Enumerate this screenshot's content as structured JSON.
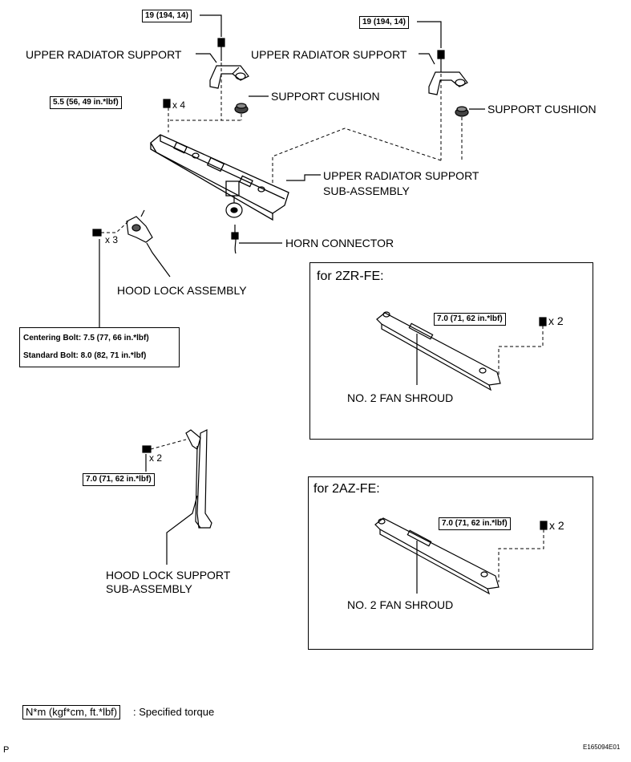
{
  "labels": {
    "upper_support_left": "UPPER RADIATOR SUPPORT",
    "upper_support_right": "UPPER RADIATOR SUPPORT",
    "cushion_left": "SUPPORT CUSHION",
    "cushion_right": "SUPPORT CUSHION",
    "sub_assembly_line1": "UPPER RADIATOR SUPPORT",
    "sub_assembly_line2": "SUB-ASSEMBLY",
    "horn_connector": "HORN CONNECTOR",
    "hood_lock_assembly": "HOOD LOCK ASSEMBLY",
    "hood_lock_support_line1": "HOOD LOCK SUPPORT",
    "hood_lock_support_line2": "SUB-ASSEMBLY",
    "fan_shroud_2zr": "NO. 2 FAN SHROUD",
    "fan_shroud_2az": "NO. 2 FAN SHROUD"
  },
  "torques": {
    "top_left": "19 (194, 14)",
    "top_right": "19 (194, 14)",
    "bracket": "5.5 (56, 49 in.*lbf)",
    "shroud_2zr": "7.0 (71, 62 in.*lbf)",
    "shroud_2az": "7.0 (71, 62 in.*lbf)",
    "hood_lock_support": "7.0 (71, 62 in.*lbf)"
  },
  "multipliers": {
    "bracket": "x 4",
    "hood_lock": "x 3",
    "hood_support": "x 2",
    "shroud_2zr": "x 2",
    "shroud_2az": "x 2"
  },
  "hood_lock_bolts": {
    "centering": "Centering Bolt: 7.5 (77, 66 in.*lbf)",
    "standard": "Standard Bolt: 8.0 (82, 71 in.*lbf)"
  },
  "panels": {
    "zr_title": "for 2ZR-FE:",
    "az_title": "for 2AZ-FE:"
  },
  "legend": {
    "box": "N*m (kgf*cm, ft.*lbf)",
    "text": ": Specified torque"
  },
  "footer": {
    "page_marker": "P",
    "figure_code": "E165094E01"
  }
}
